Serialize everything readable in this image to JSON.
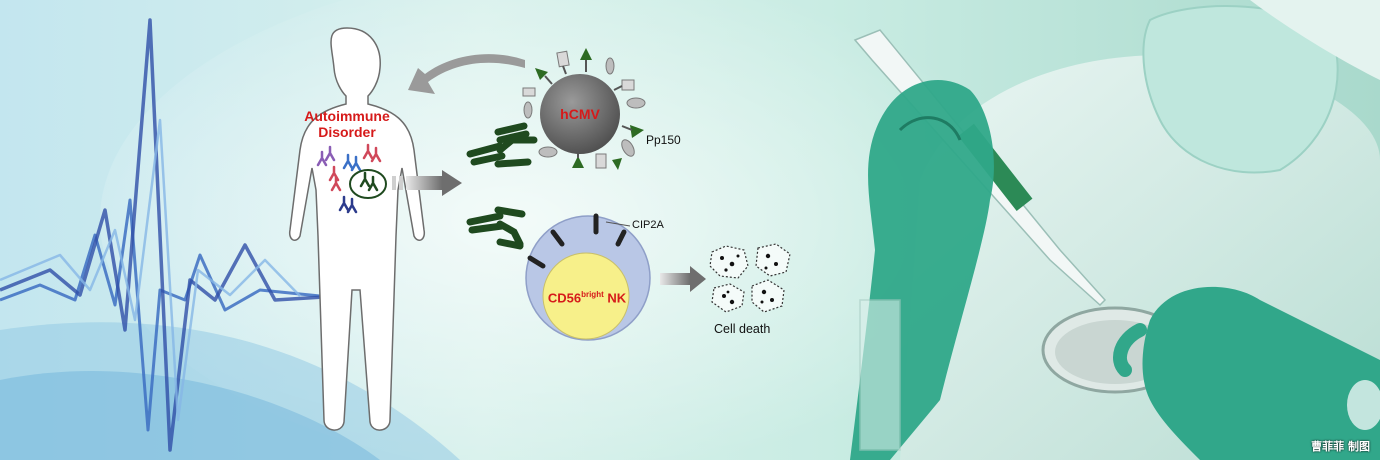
{
  "diagram": {
    "human_label_line1": "Autoimmune",
    "human_label_line2": "Disorder",
    "virus_label": "hCMV",
    "protein_label": "Pp150",
    "cip_label": "CIP2A",
    "nk_label_main": "CD56",
    "nk_label_sup": "bright",
    "nk_label_suffix": "NK",
    "outcome_label": "Cell death"
  },
  "footer": {
    "credit": "曹菲菲 制图"
  },
  "colors": {
    "background_teal": "#d9f0ec",
    "virus_body": "#707070",
    "antibody_green": "#1f4a1f",
    "nk_outer": "#b9c7e6",
    "nk_inner": "#f7f08a",
    "label_red": "#d61a1a",
    "glove_teal": "#2fa889"
  }
}
